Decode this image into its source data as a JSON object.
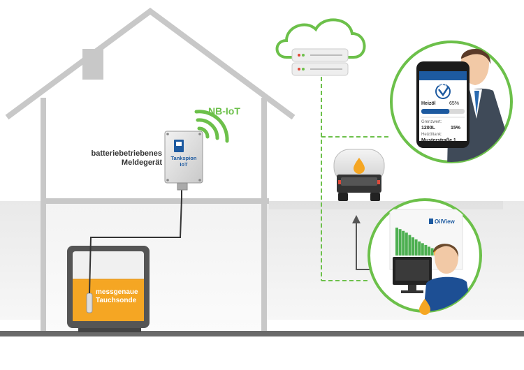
{
  "labels": {
    "meldegeraet_line1": "batteriebetriebenes",
    "meldegeraet_line2": "Meldegerät",
    "protocol": "NB-IoT",
    "device_line1": "Tankspion",
    "device_line2": "IoT",
    "sonde_line1": "messgenaue",
    "sonde_line2": "Tauchsonde"
  },
  "app": {
    "title": "Oil SmartView",
    "fuel_label": "Heizöl",
    "fuel_level": "65%",
    "fuel_level_fraction": 0.65,
    "limit_label": "Grenzwert:",
    "limit_volume": "1200L",
    "limit_percent": "15%",
    "tank_label": "Heizöltank:",
    "tank_value": "Musterstraße 1"
  },
  "oilview": {
    "title": "OilView",
    "bar_levels": [
      0.95,
      0.9,
      0.84,
      0.78,
      0.7,
      0.62,
      0.55,
      0.48,
      0.42,
      0.36,
      0.3,
      0.25,
      0.2,
      0.17,
      0.14,
      0.12,
      0.1,
      0.09
    ]
  },
  "colors": {
    "house": "#c8c8c8",
    "accent_green": "#6cc04a",
    "oil_orange": "#f5a623",
    "brand_blue": "#1d5aa0",
    "dark_gray": "#4a4a4a"
  }
}
